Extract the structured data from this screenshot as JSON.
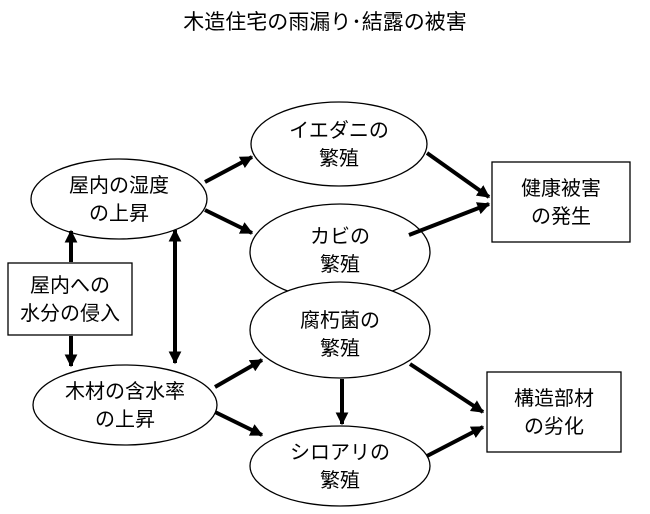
{
  "diagram": {
    "title": "木造住宅の雨漏り･結露の被害",
    "nodes": {
      "water_intrusion": {
        "line1": "屋内への",
        "line2": "水分の侵入"
      },
      "indoor_humidity": {
        "line1": "屋内の湿度",
        "line2": "の上昇"
      },
      "wood_moisture": {
        "line1": "木材の含水率",
        "line2": "の上昇"
      },
      "dust_mites": {
        "line1": "イエダニの",
        "line2": "繁殖"
      },
      "mold": {
        "line1": "カビの",
        "line2": "繁殖"
      },
      "decay_fungi": {
        "line1": "腐朽菌の",
        "line2": "繁殖"
      },
      "termites": {
        "line1": "シロアリの",
        "line2": "繁殖"
      },
      "health_damage": {
        "line1": "健康被害",
        "line2": "の発生"
      },
      "structural_deterioration": {
        "line1": "構造部材",
        "line2": "の劣化"
      }
    }
  }
}
